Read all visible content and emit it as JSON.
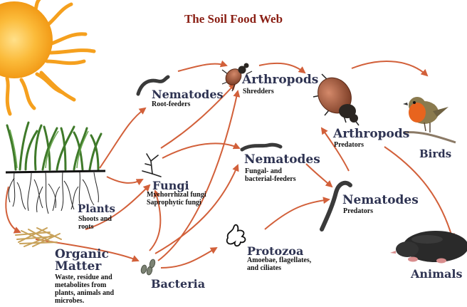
{
  "title": "The Soil Food Web",
  "colors": {
    "title": "#8a1f14",
    "label": "#2e3352",
    "arrow": "#d2603a",
    "sun": "#f7a21b"
  },
  "nodes": {
    "plants": {
      "label": "Plants",
      "sub": [
        "Shoots and",
        "roots"
      ],
      "icon": "grass-with-roots-icon"
    },
    "organic_matter": {
      "label": [
        "Organic",
        "Matter"
      ],
      "sub": [
        "Waste, residue and",
        "metabolites from",
        "plants, animals and",
        "microbes."
      ],
      "icon": "organic-litter-icon"
    },
    "bacteria": {
      "label": "Bacteria",
      "icon": "bacteria-icon"
    },
    "fungi": {
      "label": "Fungi",
      "sub": [
        "Mychorrhizal fungi",
        "Saprophytic fungi"
      ],
      "icon": "fungi-hyphae-icon"
    },
    "nematodes_root": {
      "label": "Nematodes",
      "sub": [
        "Root-feeders"
      ],
      "icon": "nematode-icon"
    },
    "nematodes_fungal": {
      "label": "Nematodes",
      "sub": [
        "Fungal- and",
        "bacterial-feeders"
      ],
      "icon": "nematode-icon"
    },
    "nematodes_predators": {
      "label": "Nematodes",
      "sub": [
        "Predators"
      ],
      "icon": "nematode-icon"
    },
    "protozoa": {
      "label": "Protozoa",
      "sub": [
        "Amoebae, flagellates,",
        "and ciliates"
      ],
      "icon": "amoeba-icon"
    },
    "arthropods_shredders": {
      "label": "Arthropods",
      "sub": [
        "Shredders"
      ],
      "icon": "beetle-icon"
    },
    "arthropods_predators": {
      "label": "Arthropods",
      "sub": [
        "Predators"
      ],
      "icon": "beetle-icon"
    },
    "birds": {
      "label": "Birds",
      "icon": "robin-icon"
    },
    "animals": {
      "label": "Animals",
      "icon": "mole-icon"
    }
  }
}
